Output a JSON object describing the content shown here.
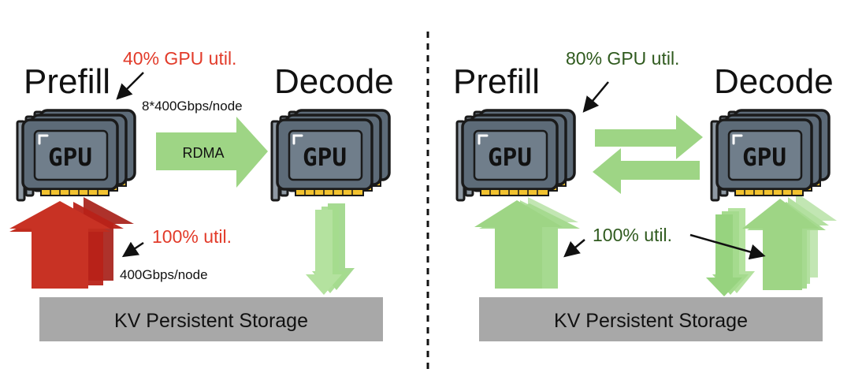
{
  "colors": {
    "red": "#e23b2a",
    "dark_red": "#a51c14",
    "green_text": "#2f5a1e",
    "green_arrow": "#97d37f",
    "storage": "#a8a8a8",
    "gpu_body": "#5d6b78",
    "gpu_outline": "#1a1a1a",
    "gpu_pins": "#f2c230"
  },
  "icons": [
    "gpu-card-stack-icon"
  ],
  "left_panel": {
    "prefill_label": "Prefill",
    "decode_label": "Decode",
    "prefill_gpu_text": "GPU",
    "decode_gpu_text": "GPU",
    "gpu_util": "40% GPU util.",
    "link_label": "RDMA",
    "link_bandwidth": "8*400Gbps/node",
    "storage_util": "100% util.",
    "storage_bandwidth": "400Gbps/node",
    "storage_label": "KV Persistent Storage"
  },
  "right_panel": {
    "prefill_label": "Prefill",
    "decode_label": "Decode",
    "prefill_gpu_text": "GPU",
    "decode_gpu_text": "GPU",
    "gpu_util": "80% GPU util.",
    "storage_util": "100% util.",
    "storage_label": "KV Persistent Storage"
  }
}
